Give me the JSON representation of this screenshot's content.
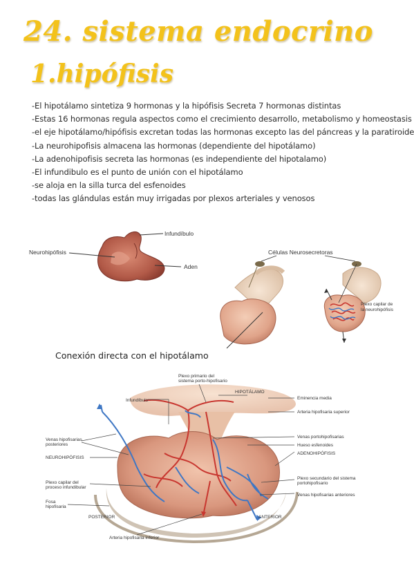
{
  "header": {
    "title": "24. sistema endocrino",
    "subtitle": "1.hipófisis"
  },
  "notes": [
    "-El hipotálamo sintetiza 9 hormonas y la hipófisis Secreta 7 hormonas distintas",
    "-Estas 16 hormonas regula aspectos como el crecimiento desarrollo, metabolismo y homeostasis",
    "-el eje hipotálamo/hipófisis excretan todas las  hormonas excepto las del páncreas y la paratiroides",
    "-La neurohipofisis almacena las hormonas (dependiente del hipotálamo)",
    "-La adenohipofisis secreta las hormonas (es independiente del hipotalamo)",
    "-El infundibulo es el punto de unión con el hipotálamo",
    "-se aloja en la silla turca del esfenoides",
    "-todas las glándulas están muy irrigadas por plexos arteriales y venosos"
  ],
  "figure_specimen": {
    "label_neuro": "Neurohipófisis",
    "label_infund": "Infundíbulo",
    "label_aden": "Aden"
  },
  "figure_neurosecretory": {
    "label_cells": "Células Neurosecretoras",
    "label_plexo": "Plexo capilar de la neurohipófisis"
  },
  "caption": "Conexión directa con el hipotálamo",
  "figure_portal": {
    "plexo_primario": "Plexo primario del sistema porto-hipofisario",
    "hipotalamo": "HIPOTÁLAMO",
    "infundibulo": "Infundíbulo",
    "eminencia": "Eminencia media",
    "arteria_sup": "Arteria hipofisaria superior",
    "venas_post": "Venas hipofisarias posteriores",
    "neurohipofisis": "NEUROHIPÓFISIS",
    "venas_porto": "Venas portohipofisarias",
    "hueso": "Hueso esfenoides",
    "adenohipofisis": "ADENOHIPÓFISIS",
    "plexo_capilar": "Plexo capilar del proceso infundibular",
    "plexo_secundario": "Plexo secundario del sistema portohipofisario",
    "venas_ant": "Venas hipofisarias anteriores",
    "fosa": "Fosa hipofisaria",
    "posterior": "POSTERIOR",
    "anterior": "ANTERIOR",
    "arteria_inf": "Arteria hipofisaria inferior"
  },
  "colors": {
    "title": "#f3c21b",
    "tissue": "#d9977e",
    "artery": "#c8362f",
    "vein": "#3f77c4"
  }
}
